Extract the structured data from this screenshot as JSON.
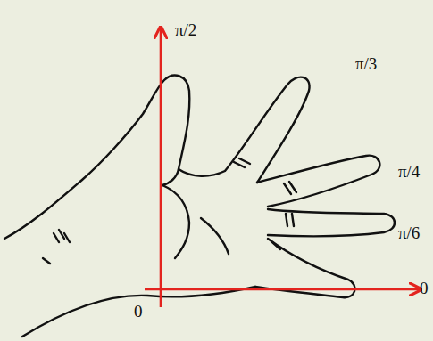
{
  "diagram": {
    "labels": [
      "π/2",
      "π/3",
      "π/4",
      "π/6",
      "0",
      "0"
    ]
  }
}
